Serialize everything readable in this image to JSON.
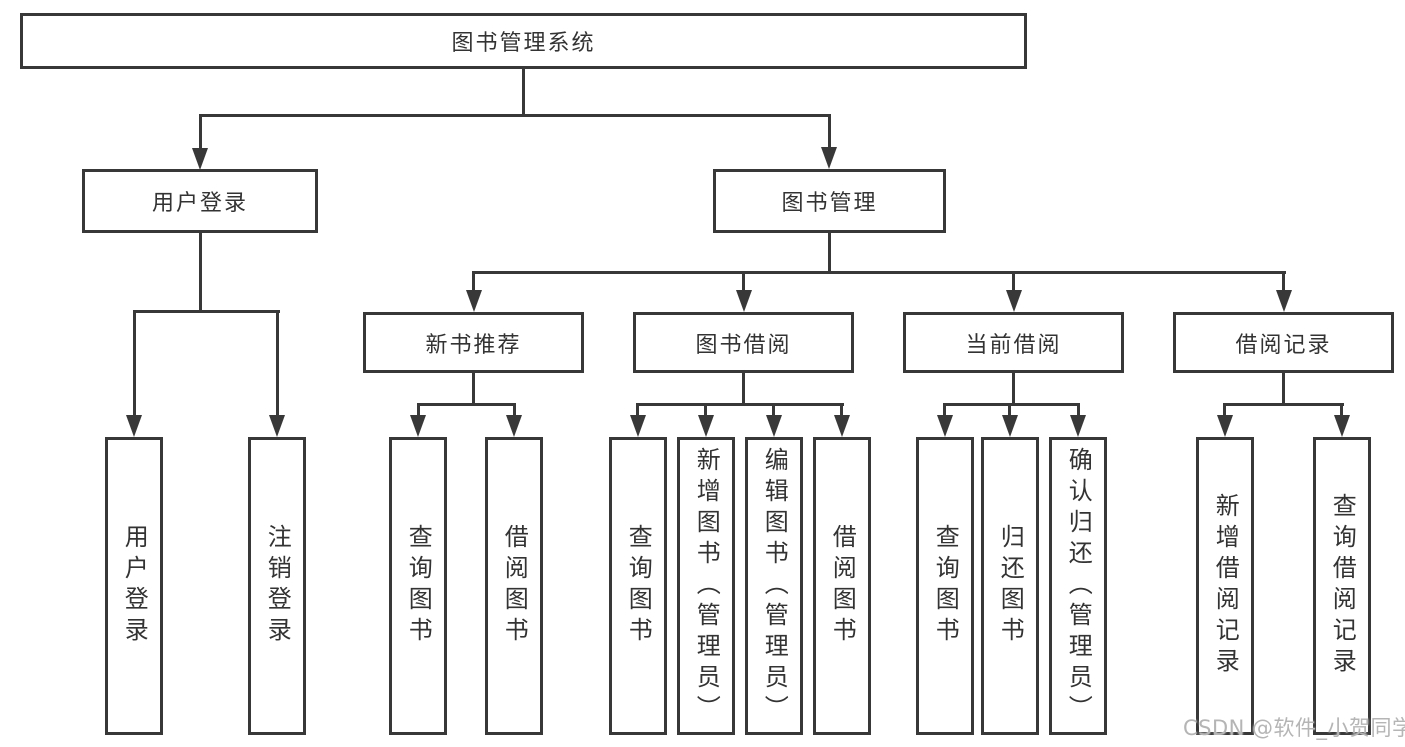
{
  "diagram": {
    "type": "hierarchy-flowchart",
    "colors": {
      "line": "#383838",
      "text": "#333333",
      "background": "#ffffff",
      "watermark": "#b5b5b5"
    },
    "tree": {
      "root": {
        "label": "图书管理系统"
      },
      "branches": [
        {
          "label": "用户登录",
          "children": [
            {
              "label": "用户登录"
            },
            {
              "label": "注销登录"
            }
          ]
        },
        {
          "label": "图书管理",
          "children": [
            {
              "label": "新书推荐",
              "children": [
                {
                  "label": "查询图书"
                },
                {
                  "label": "借阅图书"
                }
              ]
            },
            {
              "label": "图书借阅",
              "children": [
                {
                  "label": "查询图书"
                },
                {
                  "label": "新增图书（管理员）"
                },
                {
                  "label": "编辑图书（管理员）"
                },
                {
                  "label": "借阅图书"
                }
              ]
            },
            {
              "label": "当前借阅",
              "children": [
                {
                  "label": "查询图书"
                },
                {
                  "label": "归还图书"
                },
                {
                  "label": "确认归还（管理员）"
                }
              ]
            },
            {
              "label": "借阅记录",
              "children": [
                {
                  "label": "新增借阅记录"
                },
                {
                  "label": "查询借阅记录"
                }
              ]
            }
          ]
        }
      ]
    },
    "watermark": {
      "text": "CSDN @软件_小贺同学"
    }
  }
}
